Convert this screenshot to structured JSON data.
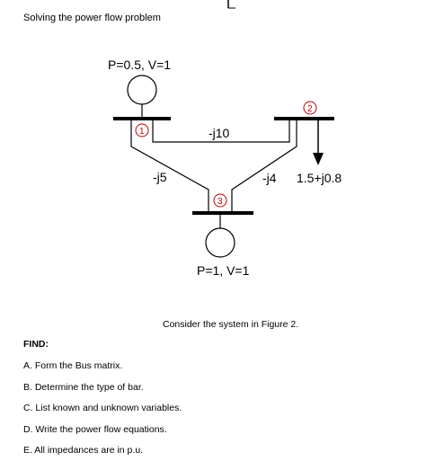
{
  "document": {
    "heading": "Solving the power flow problem",
    "caption": "Consider the system in Figure 2.",
    "find_title": "FIND:",
    "find_items": [
      "A. Form the Bus matrix.",
      "B. Determine the type of bar.",
      "C. List known and unknown variables.",
      "D. Write the power flow equations.",
      "E. All impedances are in p.u."
    ]
  },
  "diagram": {
    "gen1_label": "P=0.5, V=1",
    "gen3_label": "P=1, V=1",
    "load2_label": "1.5+j0.8",
    "bus1": "1",
    "bus2": "2",
    "bus3": "3",
    "line_12": "-j10",
    "line_13": "-j5",
    "line_23": "-j4"
  }
}
